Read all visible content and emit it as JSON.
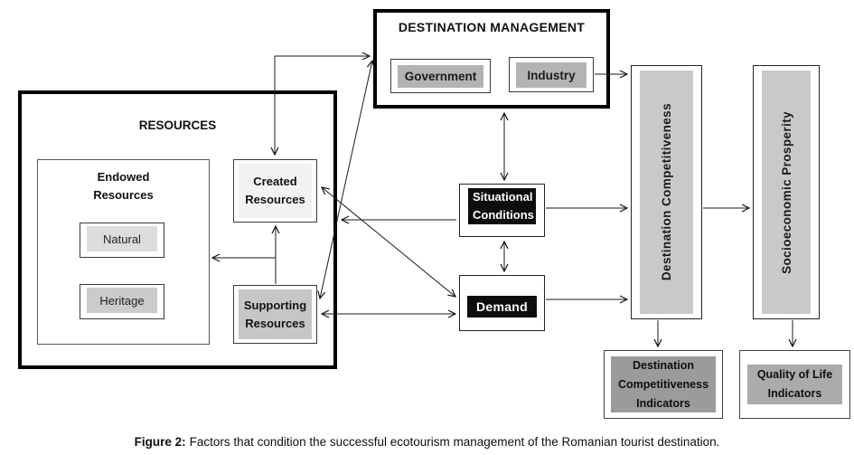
{
  "destination_management": {
    "title": "DESTINATION MANAGEMENT",
    "government_label": "Government",
    "industry_label": "Industry"
  },
  "resources": {
    "title": "RESOURCES",
    "endowed_title": "Endowed Resources",
    "natural_label": "Natural",
    "heritage_label": "Heritage",
    "created_label": "Created Resources",
    "supporting_label": "Supporting Resources"
  },
  "core": {
    "situational_conditions_label": "Situational Conditions",
    "demand_label": "Demand"
  },
  "outcomes": {
    "destination_competitiveness_label": "Destination Competitiveness",
    "socioeconomic_prosperity_label": "Socioeconomic Prosperity",
    "dc_indicators_label": "Destination Competitiveness Indicators",
    "qol_indicators_label": "Quality of Life Indicators"
  },
  "caption": {
    "label": "Figure 2:",
    "text": "Factors that condition the successful ecotourism management of the Romanian tourist destination."
  },
  "colors": {
    "border_black": "#000000",
    "government_fill": "#b3b3b3",
    "industry_fill": "#b3b3b3",
    "natural_fill": "#dcdcdc",
    "heritage_fill": "#cbcbcb",
    "created_fill": "#f2f2f2",
    "supporting_fill": "#c6c6c6",
    "situational_fill": "#0d0d0d",
    "demand_fill": "#0d0d0d",
    "competitiveness_bar_fill": "#c9c9c9",
    "prosperity_bar_fill": "#c9c9c9",
    "dc_indicators_fill": "#9b9b9b",
    "qol_indicators_fill": "#ababab"
  }
}
